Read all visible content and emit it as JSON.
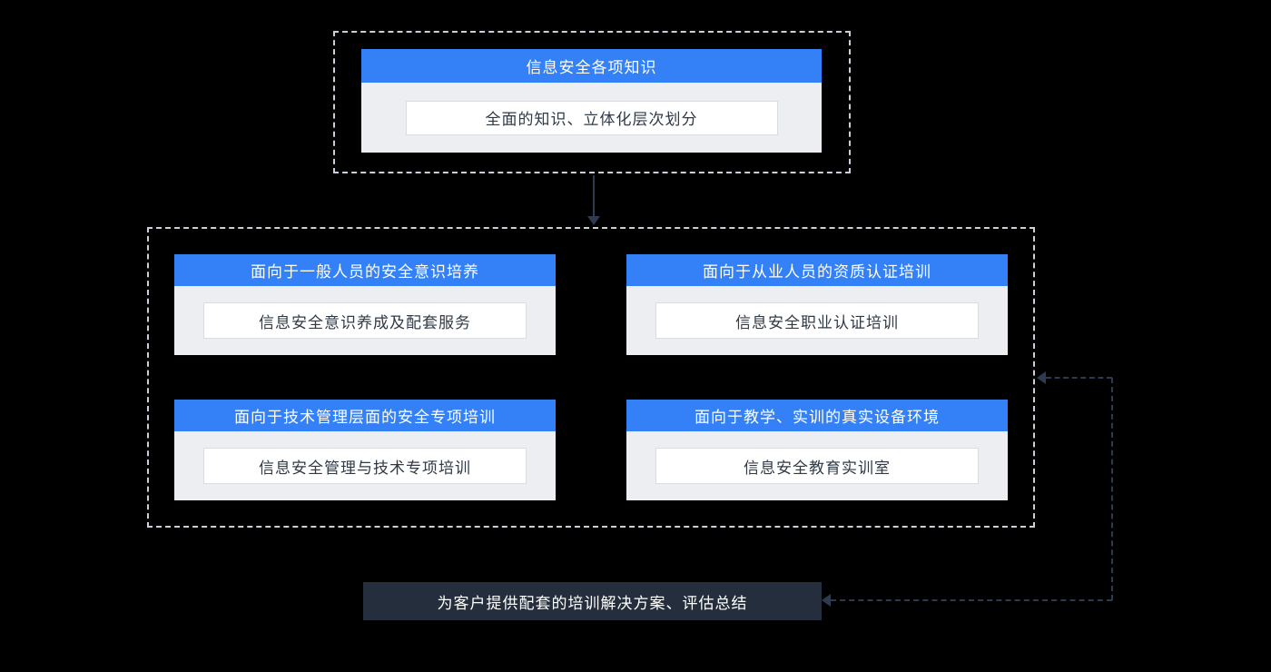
{
  "diagram": {
    "top": {
      "header": "信息安全各项知识",
      "item": "全面的知识、立体化层次划分"
    },
    "categories": [
      {
        "header": "面向于一般人员的安全意识培养",
        "item": "信息安全意识养成及配套服务"
      },
      {
        "header": "面向于从业人员的资质认证培训",
        "item": "信息安全职业认证培训"
      },
      {
        "header": "面向于技术管理层面的安全专项培训",
        "item": "信息安全管理与技术专项培训"
      },
      {
        "header": "面向于教学、实训的真实设备环境",
        "item": "信息安全教育实训室"
      }
    ],
    "footer": {
      "label": "为客户提供配套的培训解决方案、评估总结"
    },
    "colors": {
      "background": "#000000",
      "header_blue": "#3380F7",
      "header_text": "#FFFFFF",
      "card_body": "#ECEEF1",
      "item_bg": "#FFFFFF",
      "item_border": "#D9DDE3",
      "item_text": "#303A47",
      "outer_dashed_border": "#CBD0D8",
      "connector": "#2E3A4E",
      "footer_bg": "#242E3C",
      "footer_text": "#FFFFFF"
    }
  }
}
